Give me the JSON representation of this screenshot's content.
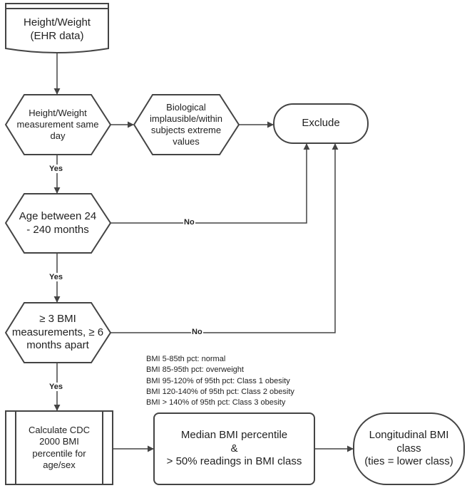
{
  "nodes": {
    "source": "Height/Weight\n(EHR data)",
    "same_day": "Height/Weight\nmeasurement same\nday",
    "implausible": "Biological\nimplausible/within\nsubjects extreme\nvalues",
    "exclude": "Exclude",
    "age": "Age between 24\n- 240 months",
    "measurements": "≥ 3 BMI\nmeasurements, ≥ 6\nmonths apart",
    "calculate": "Calculate CDC\n2000 BMI\npercentile for\nage/sex",
    "median": "Median BMI percentile\n&\n> 50% readings in BMI class",
    "longitudinal": "Longitudinal BMI\nclass\n(ties = lower class)"
  },
  "edges": {
    "yes_1": "Yes",
    "yes_2": "Yes",
    "yes_3": "Yes",
    "no_1": "No",
    "no_2": "No"
  },
  "legend": [
    "BMI 5-85th pct: normal",
    "BMI 85-95th pct: overweight",
    "BMI 95-120% of 95th pct: Class 1 obesity",
    "BMI 120-140% of 95th pct: Class 2 obesity",
    "BMI > 140% of 95th pct: Class 3 obesity"
  ],
  "colors": {
    "stroke": "#444444",
    "text": "#222222",
    "fill": "#ffffff"
  }
}
